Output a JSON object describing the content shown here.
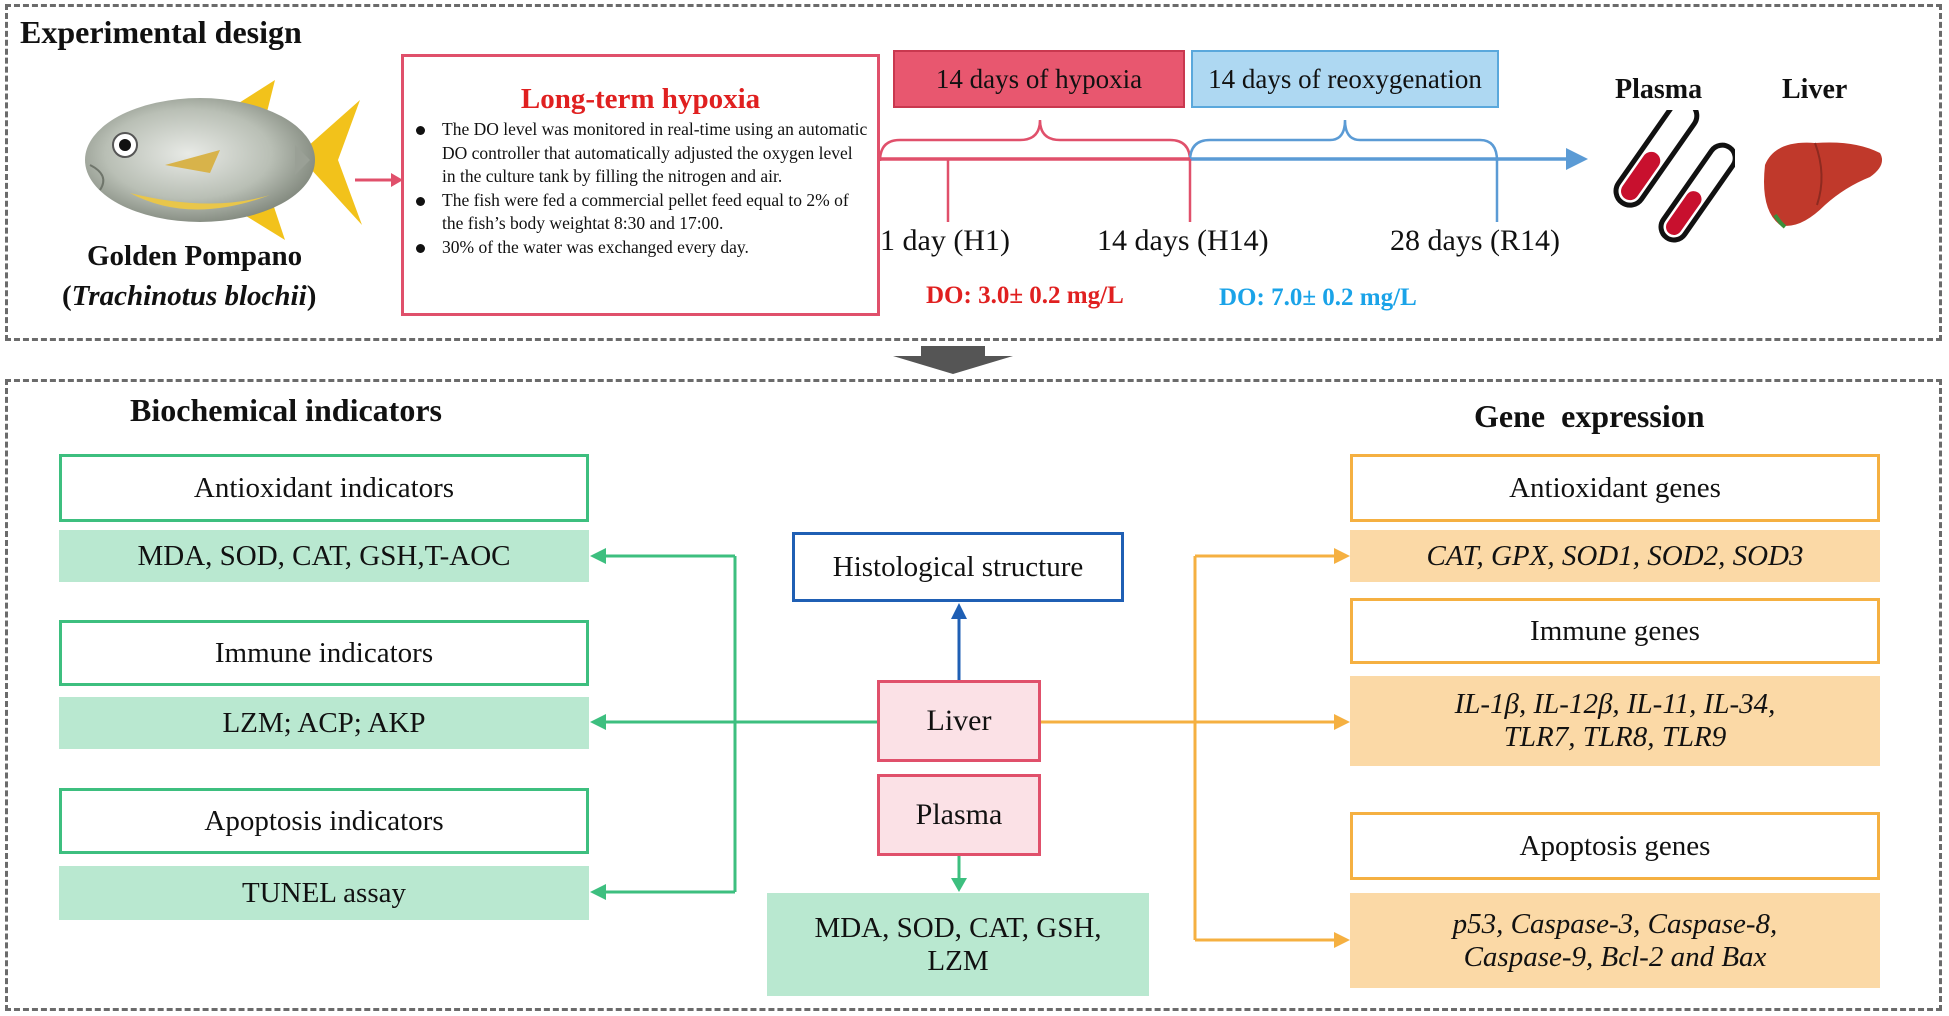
{
  "top": {
    "title": "Experimental design",
    "fish_common": "Golden Pompano",
    "fish_latin_open": "(",
    "fish_latin": "Trachinotus blochii",
    "fish_latin_close": ")",
    "hypoxia_box": {
      "title": "Long-term hypoxia",
      "bullets": [
        "The DO level was monitored in real-time using an automatic DO controller that automatically adjusted the oxygen level in the culture tank by filling the nitrogen and air.",
        "The fish were fed a commercial pellet feed equal to 2% of the fish’s body weightat 8:30 and 17:00.",
        "30% of the water was exchanged every day."
      ]
    },
    "phase_hypoxia": "14 days of hypoxia",
    "phase_reox": "14 days of reoxygenation",
    "timepoints": [
      "1 day (H1)",
      "14 days (H14)",
      "28 days (R14)"
    ],
    "do_hypoxia": "DO: 3.0± 0.2 mg/L",
    "do_reox": "DO: 7.0± 0.2 mg/L",
    "sample_plasma": "Plasma",
    "sample_liver": "Liver"
  },
  "bottom": {
    "left_title": "Biochemical indicators",
    "right_title": "Gene  expression",
    "left_groups": [
      {
        "header": "Antioxidant indicators",
        "items": "MDA, SOD, CAT, GSH,T-AOC"
      },
      {
        "header": "Immune indicators",
        "items": "LZM; ACP; AKP"
      },
      {
        "header": "Apoptosis indicators",
        "items": "TUNEL assay"
      }
    ],
    "center": {
      "histology": "Histological structure",
      "liver": "Liver",
      "plasma": "Plasma",
      "plasma_items_1": "MDA, SOD, CAT, GSH,",
      "plasma_items_2": "LZM"
    },
    "right_groups": [
      {
        "header": "Antioxidant genes",
        "items_1": "CAT, GPX, SOD1, SOD2, SOD3"
      },
      {
        "header": "Immune genes",
        "items_1": "IL-1β, IL-12β, IL-11, IL-34,",
        "items_2": "TLR7, TLR8, TLR9"
      },
      {
        "header": "Apoptosis genes",
        "items_1": "p53, Caspase-3, Caspase-8,",
        "items_2": "Caspase-9, Bcl-2 and Bax"
      }
    ]
  },
  "colors": {
    "hypoxia_red": "#e0506b",
    "reox_blue": "#5b9bd5",
    "green": "#3dbf7f",
    "orange": "#f5b041",
    "histology_blue": "#1f5fb4",
    "do_red": "#e02020",
    "do_blue": "#1aa3e8"
  }
}
